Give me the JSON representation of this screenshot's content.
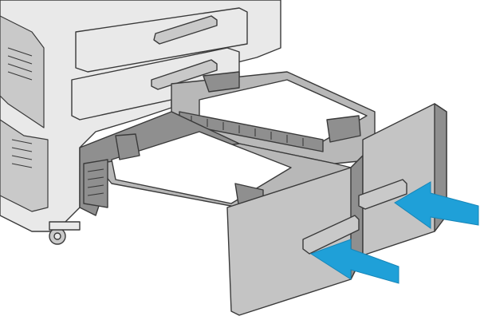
{
  "illustration": {
    "subject": "printer-paper-tray-insertion",
    "colors": {
      "outline": "#3a3a3a",
      "printer_body": "#e9e9e9",
      "printer_shadow": "#c9c9c9",
      "tray_body": "#b8b8b8",
      "tray_dark": "#8f8f8f",
      "tray_front": "#c4c4c4",
      "paper": "#ffffff",
      "arrow": "#1fa0d8",
      "arrow_edge": "#1786b8"
    },
    "arrows": {
      "count": 2,
      "direction": "left",
      "icon": "push-arrow-icon"
    }
  }
}
